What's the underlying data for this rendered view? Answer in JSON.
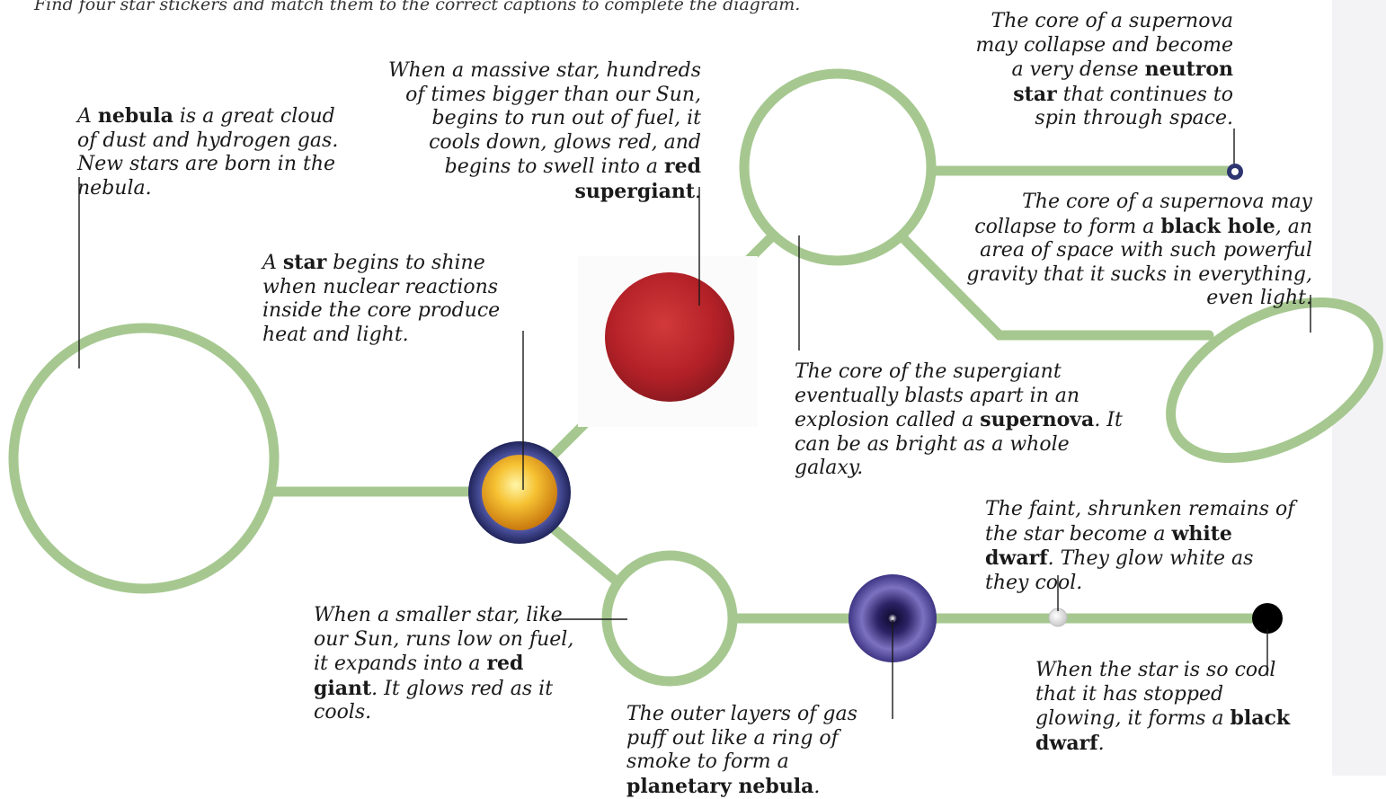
{
  "instruction": "Find four star stickers and match them to the correct captions to complete the diagram.",
  "captions": {
    "nebula": {
      "pre": "A ",
      "term": "nebula",
      "post": " is a great cloud of dust and hydrogen gas. New stars are born in the nebula."
    },
    "star": {
      "pre": "A ",
      "term": "star",
      "post": " begins to shine when nuclear reactions inside the core produce heat and light."
    },
    "red_supergiant": {
      "pre": "When a massive star, hundreds of times bigger than our Sun, begins to run out of fuel, it cools down, glows red, and begins to swell into a ",
      "term": "red supergiant",
      "post": "."
    },
    "neutron_star": {
      "pre": "The core of a supernova may collapse and become a very dense ",
      "term": "neutron star",
      "post": " that continues to spin through space."
    },
    "black_hole": {
      "pre": "The core of a supernova may collapse to form a ",
      "term": "black hole",
      "post": ", an area of space with such powerful gravity that it sucks in everything, even light."
    },
    "supernova": {
      "pre": "The core of the supergiant eventually blasts apart in an explosion called a ",
      "term": "supernova",
      "post": ". It can be as bright as a whole galaxy."
    },
    "red_giant": {
      "pre": "When a smaller star, like our Sun, runs low on fuel, it expands into a ",
      "term": "red giant",
      "post": ". It glows red as it cools."
    },
    "planetary_nebula": {
      "pre": "The outer layers of gas puff out like a ring of smoke to form a ",
      "term": "planetary nebula",
      "post": "."
    },
    "white_dwarf": {
      "pre": "The faint, shrunken remains of the star become a ",
      "term": "white dwarf",
      "post": ". They glow white as they cool."
    },
    "black_dwarf": {
      "pre": "When the star is so cool that it has stopped glowing, it forms a ",
      "term": "black dwarf",
      "post": "."
    }
  },
  "colors": {
    "path": "#a6c890",
    "red_supergiant": "#b5222a",
    "star_core": "#f2b228",
    "star_halo": "#2a2f6b",
    "planetary_nebula": "#4a3f8f",
    "neutron_star": "#2e3570",
    "black_dwarf": "#000000",
    "white_dwarf": "#e8e8e8"
  }
}
